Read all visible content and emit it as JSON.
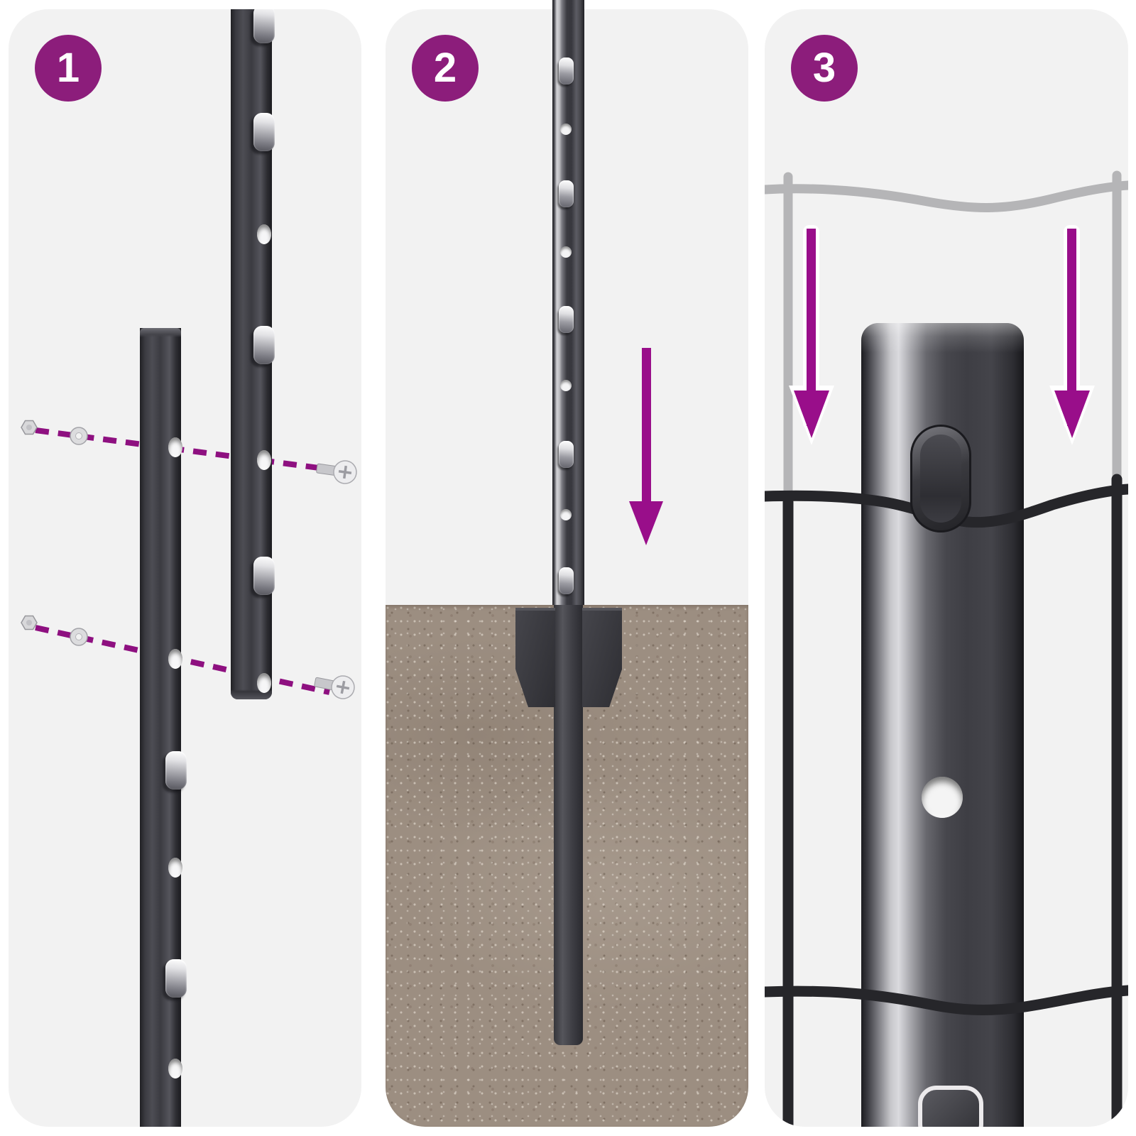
{
  "figure": {
    "type": "assembly-instruction-diagram",
    "subject": "u-post-fence-installation",
    "panel_count": 3
  },
  "steps": [
    {
      "number": "1",
      "scene": "two u-posts joined with screws, hex nuts and washers along dashed alignment lines"
    },
    {
      "number": "2",
      "scene": "assembled post driven down into the ground with anchor fins at soil level"
    },
    {
      "number": "3",
      "scene": "wire mesh fence lowered onto the post hooks"
    }
  ],
  "icons": {
    "down_arrow": "downward purple arrow",
    "dashed_line": "purple dashed alignment line",
    "screw": "flat-head phillips screw",
    "hex_nut": "hex nut",
    "washer": "washer",
    "post_tab": "chrome hook tab",
    "post_hole": "mounting hole"
  },
  "colors": {
    "page_background": "#ffffff",
    "panel_background": "#f2f2f2",
    "badge_purple": "#8c1d7b",
    "arrow_purple": "#990e8a",
    "dash_purple": "#8e1080",
    "post_charcoal": "#3e3e44",
    "chrome_tab": "#e2e2e5",
    "wire_gray": "#b5b5b7",
    "wire_black": "#27272a",
    "soil_brown": "#9c8e81"
  }
}
